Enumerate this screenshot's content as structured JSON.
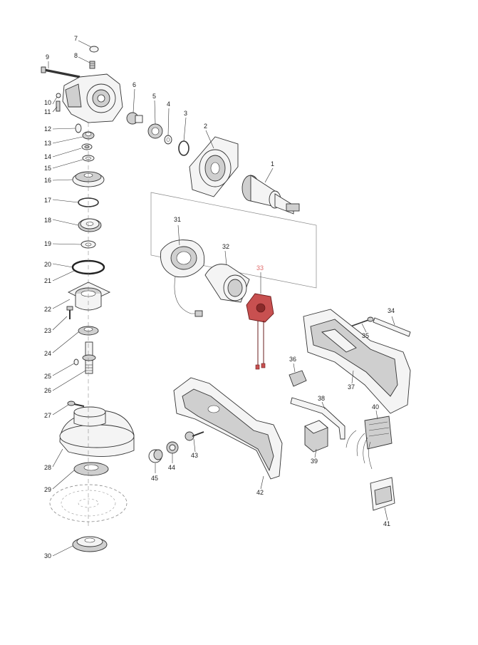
{
  "diagram": {
    "highlight_color": "#e06a6a",
    "highlighted_part": "33",
    "part_numbers": [
      "1",
      "2",
      "3",
      "4",
      "5",
      "6",
      "7",
      "8",
      "9",
      "10",
      "11",
      "12",
      "13",
      "14",
      "15",
      "16",
      "17",
      "18",
      "19",
      "20",
      "21",
      "22",
      "23",
      "24",
      "25",
      "26",
      "27",
      "28",
      "29",
      "30",
      "31",
      "32",
      "33",
      "34",
      "35",
      "36",
      "37",
      "38",
      "39",
      "40",
      "41",
      "42",
      "43",
      "44",
      "45"
    ]
  }
}
